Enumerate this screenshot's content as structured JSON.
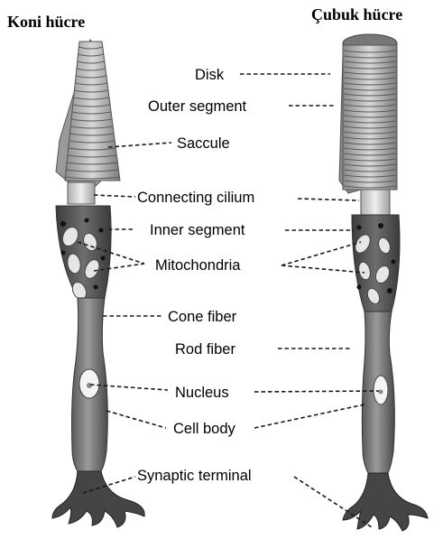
{
  "titles": {
    "cone": "Koni hücre",
    "rod": "Çubuk hücre"
  },
  "labels": {
    "disk": "Disk",
    "outer_segment": "Outer segment",
    "saccule": "Saccule",
    "connecting_cilium": "Connecting cilium",
    "inner_segment": "Inner segment",
    "mitochondria": "Mitochondria",
    "cone_fiber": "Cone fiber",
    "rod_fiber": "Rod fiber",
    "nucleus": "Nucleus",
    "cell_body": "Cell body",
    "synaptic_terminal": "Synaptic terminal"
  }
}
